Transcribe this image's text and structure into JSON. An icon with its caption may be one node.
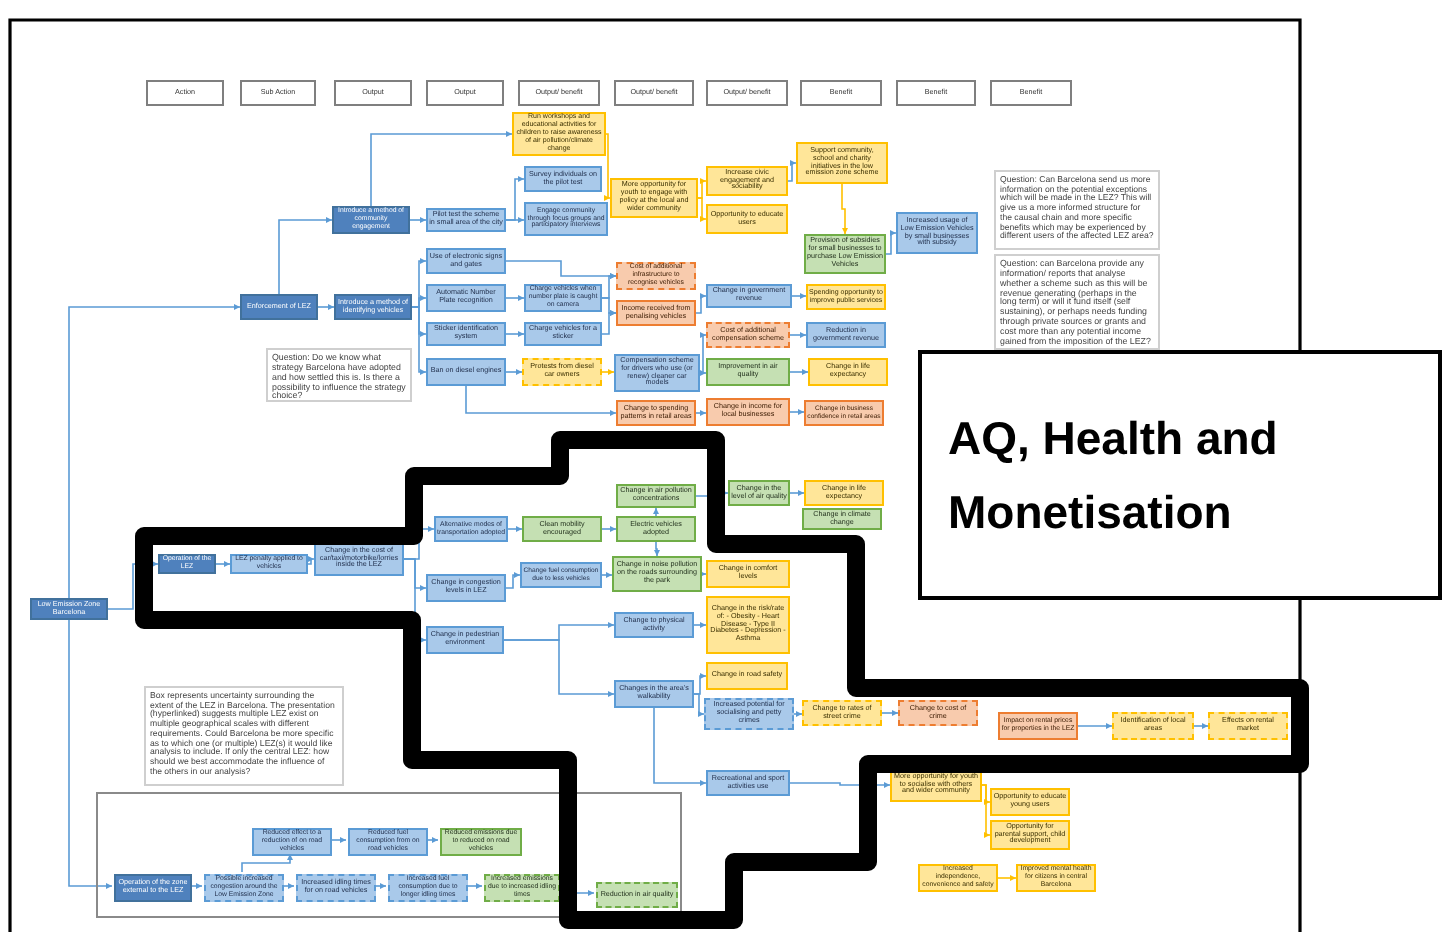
{
  "diagram": {
    "nodes": [
      {
        "text": [
          "Action"
        ]
      },
      {
        "text": [
          "Sub Action"
        ]
      },
      {
        "text": [
          "Output"
        ]
      },
      {
        "text": [
          "Output"
        ]
      },
      {
        "text": [
          "Output/ benefit"
        ]
      },
      {
        "text": [
          "Output/ benefit"
        ]
      },
      {
        "text": [
          "Output/ benefit"
        ]
      },
      {
        "text": [
          "Benefit"
        ]
      },
      {
        "text": [
          "Benefit"
        ]
      },
      {
        "text": [
          "Benefit"
        ]
      },
      {
        "text": [
          "Low Emission Zone Barcelona"
        ]
      },
      {
        "text": [
          "Enforcement of LEZ"
        ]
      },
      {
        "text": [
          "Introduce a method of community engagement"
        ]
      },
      {
        "text": [
          "Introduce a method of identifying vehicles"
        ]
      },
      {
        "text": [
          "Pilot test the scheme in small area of the city"
        ]
      },
      {
        "text": [
          "Survey individuals on the pilot test"
        ]
      },
      {
        "text": [
          "Engage community through focus groups and participatory interviews"
        ]
      },
      {
        "text": [
          "Run workshops and educational activities for children to raise awareness of air pollution/climate change"
        ]
      },
      {
        "text": [
          "More opportunity for youth to engage with policy at the local and wider community"
        ]
      },
      {
        "text": [
          "Use of electronic signs and gates"
        ]
      },
      {
        "text": [
          "Automatic Number Plate recognition"
        ]
      },
      {
        "text": [
          "Sticker identification system"
        ]
      },
      {
        "text": [
          "Ban on diesel engines"
        ]
      },
      {
        "text": [
          "Charge vehicles when number plate is caught on camera"
        ]
      },
      {
        "text": [
          "Charge vehicles for a sticker"
        ]
      },
      {
        "text": [
          "Protests from diesel car owners"
        ]
      },
      {
        "text": [
          "Cost of additional infrastructure to recognise vehicles"
        ]
      },
      {
        "text": [
          "Income received from penalising vehicles"
        ]
      },
      {
        "text": [
          "Compensation scheme for drivers who use (or renew) cleaner car models"
        ]
      },
      {
        "text": [
          "Change to spending patterns in retail areas"
        ]
      },
      {
        "text": [
          "Question: Do we know what strategy Barcelona have adopted and how settled this is. Is there a possibility to influence the strategy choice?"
        ]
      },
      {
        "text": [
          "Increase civic engagement and sociability"
        ]
      },
      {
        "text": [
          "Opportunity to educate users"
        ]
      },
      {
        "text": [
          "Support community, school and charity initiatives in the low emission zone scheme"
        ]
      },
      {
        "text": [
          "Provision of subsidies for small businesses to purchase Low Emission Vehicles"
        ]
      },
      {
        "text": [
          "Increased usage of Low Emission Vehicles by small businesses with subsidy"
        ]
      },
      {
        "text": [
          "Change in government revenue"
        ]
      },
      {
        "text": [
          "Spending opportunity to improve public services"
        ]
      },
      {
        "text": [
          "Cost of additional compensation scheme"
        ]
      },
      {
        "text": [
          "Reduction in government revenue"
        ]
      },
      {
        "text": [
          "Improvement in air quality"
        ]
      },
      {
        "text": [
          "Change in life expectancy"
        ]
      },
      {
        "text": [
          "Change in income for local businesses"
        ]
      },
      {
        "text": [
          "Change in business confidence in retail areas"
        ]
      },
      {
        "text": [
          "Question: Can Barcelona send us more information on the potential exceptions which will be made in the LEZ? This will give us a more informed structure for the causal chain and more specific benefits which may be experienced by different users of the affected LEZ area?"
        ]
      },
      {
        "text": [
          "Question: can Barcelona provide any information/ reports that analyse whether a scheme such as this will be revenue generating (perhaps in the long term) or will it fund itself (self sustaining), or perhaps needs funding through private sources or grants and cost more than any potential income gained from the imposition of the LEZ?"
        ]
      },
      {
        "text": [
          "AQ, Health and Monetisation"
        ]
      },
      {
        "text": [
          "Operation of the LEZ"
        ]
      },
      {
        "text": [
          "LEZ penalty applied to vehicles"
        ]
      },
      {
        "text": [
          "Change in the cost of car/taxi/motorbike/lorries inside the LEZ"
        ]
      },
      {
        "text": [
          "Alternative modes of transportation adopted"
        ]
      },
      {
        "text": [
          "Clean mobility encouraged"
        ]
      },
      {
        "text": [
          "Electric vehicles adopted"
        ]
      },
      {
        "text": [
          "Change in air pollution concentrations"
        ]
      },
      {
        "text": [
          "Change in congestion levels in LEZ"
        ]
      },
      {
        "text": [
          "Change fuel consumption due to less vehicles"
        ]
      },
      {
        "text": [
          "Change in noise pollution on the roads surrounding the park"
        ]
      },
      {
        "text": [
          "Change in pedestrian environment"
        ]
      },
      {
        "text": [
          "Change to physical activity"
        ]
      },
      {
        "text": [
          "Changes in the area's walkability"
        ]
      },
      {
        "text": [
          "Box represents uncertainty surrounding the extent of the LEZ in Barcelona. The presentation (hyperlinked) suggests multiple LEZ exist on multiple geographical scales with different requirements. Could Barcelona be more specific as to which one (or multiple) LEZ(s) it would like analysis to include. If only the central LEZ: how should we best accommodate the influence of the others in our analysis?"
        ]
      },
      {
        "text": [],
        "shape": "box"
      },
      {
        "text": [
          "Operation of the zone external to the LEZ"
        ],
        "in": 61
      },
      {
        "text": [
          "Possible increased congestion around the Low Emission Zone"
        ],
        "in": 61
      },
      {
        "text": [
          "Increased idling times for on road vehicles"
        ],
        "in": 61
      },
      {
        "text": [
          "Increased fuel consumption due to longer idling times"
        ],
        "in": 61
      },
      {
        "text": [
          "Increased emissions due to increased idling times"
        ],
        "in": 61
      },
      {
        "text": [
          "Reduction in air quality"
        ],
        "in": 61
      },
      {
        "text": [
          "Reduced effect to a reduction of on road vehicles"
        ],
        "in": 61
      },
      {
        "text": [
          "Reduced fuel consumption from on road vehicles"
        ],
        "in": 61
      },
      {
        "text": [
          "Reduced emissions due to reduced on road vehicles"
        ],
        "in": 61
      },
      {
        "text": [
          "Change in the level of air quality"
        ]
      },
      {
        "text": [
          "Change in life expectancy"
        ]
      },
      {
        "text": [
          "Change in climate change"
        ]
      },
      {
        "text": [
          "Change in comfort levels"
        ]
      },
      {
        "text": [
          "Change in the risk/rate of: - Obesity - Heart Disease - Type II Diabetes - Depression - Asthma"
        ]
      },
      {
        "text": [
          "Change in road safety"
        ]
      },
      {
        "text": [
          "Increased potential for socialising and petty crimes"
        ]
      },
      {
        "text": [
          "Change to rates of street crime"
        ]
      },
      {
        "text": [
          "Change to cost of crime"
        ]
      },
      {
        "text": [
          "Impact on rental prices for properties in the LEZ"
        ]
      },
      {
        "text": [
          "Identification of local areas"
        ]
      },
      {
        "text": [
          "Effects on rental market"
        ]
      },
      {
        "text": [
          "Recreational and sport activities use"
        ]
      },
      {
        "text": [
          "More opportunity for youth to socialise with others and wider community"
        ]
      },
      {
        "text": [
          "Opportunity to educate young users"
        ]
      },
      {
        "text": [
          "Opportunity for parental support, child development"
        ]
      },
      {
        "text": [
          "Increased independence, convenience and safety"
        ]
      },
      {
        "text": [
          "Improved mental health for citizens in central Barcelona"
        ]
      }
    ],
    "edges": [
      {
        "from": 10,
        "to": 11,
        "arrow": "to"
      },
      {
        "from": 10,
        "to": 47,
        "arrow": "to"
      },
      {
        "from": 10,
        "to": 62,
        "arrow": "to"
      },
      {
        "from": 11,
        "to": 12,
        "arrow": "to"
      },
      {
        "from": 11,
        "to": 13,
        "arrow": "to"
      },
      {
        "from": 12,
        "to": 14,
        "arrow": "to"
      },
      {
        "from": 14,
        "to": 15,
        "arrow": "to"
      },
      {
        "from": 14,
        "to": 16,
        "arrow": "to"
      },
      {
        "from": 12,
        "to": 17,
        "arrow": "to"
      },
      {
        "from": 17,
        "to": 18,
        "arrow": "to",
        "color": "#ffc000"
      },
      {
        "from": 18,
        "to": 31,
        "arrow": "to",
        "color": "#ffc000"
      },
      {
        "from": 18,
        "to": 32,
        "arrow": "to",
        "color": "#ffc000"
      },
      {
        "from": 31,
        "to": 33,
        "arrow": "to"
      },
      {
        "from": 33,
        "to": 34,
        "arrow": "to",
        "color": "#ffc000"
      },
      {
        "from": 34,
        "to": 35,
        "arrow": "to"
      },
      {
        "from": 13,
        "to": 19,
        "arrow": "to"
      },
      {
        "from": 13,
        "to": 20,
        "arrow": "to"
      },
      {
        "from": 13,
        "to": 21,
        "arrow": "to"
      },
      {
        "from": 13,
        "to": 22,
        "arrow": "to"
      },
      {
        "from": 19,
        "to": 26,
        "arrow": "to"
      },
      {
        "from": 20,
        "to": 23,
        "arrow": "to"
      },
      {
        "from": 23,
        "to": 26,
        "arrow": "to"
      },
      {
        "from": 23,
        "to": 27,
        "arrow": "to"
      },
      {
        "from": 21,
        "to": 24,
        "arrow": "to"
      },
      {
        "from": 24,
        "to": 27,
        "arrow": "to"
      },
      {
        "from": 22,
        "to": 25,
        "arrow": "to"
      },
      {
        "from": 25,
        "to": 28,
        "arrow": "to",
        "color": "#ffc000"
      },
      {
        "from": 28,
        "to": 38,
        "arrow": "to"
      },
      {
        "from": 27,
        "to": 36,
        "arrow": "to"
      },
      {
        "from": 36,
        "to": 37,
        "arrow": "to"
      },
      {
        "from": 38,
        "to": 39,
        "arrow": "to"
      },
      {
        "from": 28,
        "to": 40,
        "arrow": "to"
      },
      {
        "from": 40,
        "to": 41,
        "arrow": "to"
      },
      {
        "from": 22,
        "to": 29,
        "arrow": "to"
      },
      {
        "from": 29,
        "to": 42,
        "arrow": "to"
      },
      {
        "from": 42,
        "to": 43,
        "arrow": "to"
      },
      {
        "from": 47,
        "to": 48,
        "arrow": "to"
      },
      {
        "from": 48,
        "to": 49,
        "arrow": "to"
      },
      {
        "from": 49,
        "to": 50,
        "arrow": "to"
      },
      {
        "from": 49,
        "to": 54,
        "arrow": "to"
      },
      {
        "from": 49,
        "to": 57,
        "arrow": "to"
      },
      {
        "from": 50,
        "to": 51,
        "arrow": "to"
      },
      {
        "from": 51,
        "to": 52,
        "arrow": "to"
      },
      {
        "from": 52,
        "to": 53,
        "arrow": "to"
      },
      {
        "from": 52,
        "to": 56,
        "arrow": "to"
      },
      {
        "from": 54,
        "to": 55,
        "arrow": "to"
      },
      {
        "from": 55,
        "to": 56,
        "arrow": "to"
      },
      {
        "from": 56,
        "to": 74,
        "arrow": "to"
      },
      {
        "from": 53,
        "to": 71,
        "arrow": "to"
      },
      {
        "from": 71,
        "to": 72,
        "arrow": "to"
      },
      {
        "from": 57,
        "to": 58,
        "arrow": "to"
      },
      {
        "from": 57,
        "to": 59,
        "arrow": "to"
      },
      {
        "from": 58,
        "to": 75,
        "arrow": "to"
      },
      {
        "from": 59,
        "to": 76,
        "arrow": "to"
      },
      {
        "from": 59,
        "to": 77,
        "arrow": "to"
      },
      {
        "from": 77,
        "to": 78,
        "arrow": "to"
      },
      {
        "from": 78,
        "to": 79,
        "arrow": "to"
      },
      {
        "from": 80,
        "to": 81,
        "arrow": "to"
      },
      {
        "from": 81,
        "to": 82,
        "arrow": "to"
      },
      {
        "from": 59,
        "to": 83,
        "arrow": "to"
      },
      {
        "from": 83,
        "to": 84,
        "arrow": "to"
      },
      {
        "from": 84,
        "to": 85,
        "arrow": "to",
        "color": "#ffc000"
      },
      {
        "from": 84,
        "to": 86,
        "arrow": "to",
        "color": "#ffc000"
      },
      {
        "from": 87,
        "to": 88,
        "arrow": "to",
        "color": "#ffc000"
      },
      {
        "from": 62,
        "to": 63,
        "arrow": "to"
      },
      {
        "from": 63,
        "to": 64,
        "arrow": "to"
      },
      {
        "from": 64,
        "to": 65,
        "arrow": "to"
      },
      {
        "from": 65,
        "to": 66,
        "arrow": "to"
      },
      {
        "from": 66,
        "to": 67,
        "arrow": "to"
      },
      {
        "from": 63,
        "to": 68,
        "arrow": "to"
      },
      {
        "from": 68,
        "to": 69,
        "arrow": "to"
      },
      {
        "from": 69,
        "to": 70,
        "arrow": "to"
      }
    ]
  }
}
